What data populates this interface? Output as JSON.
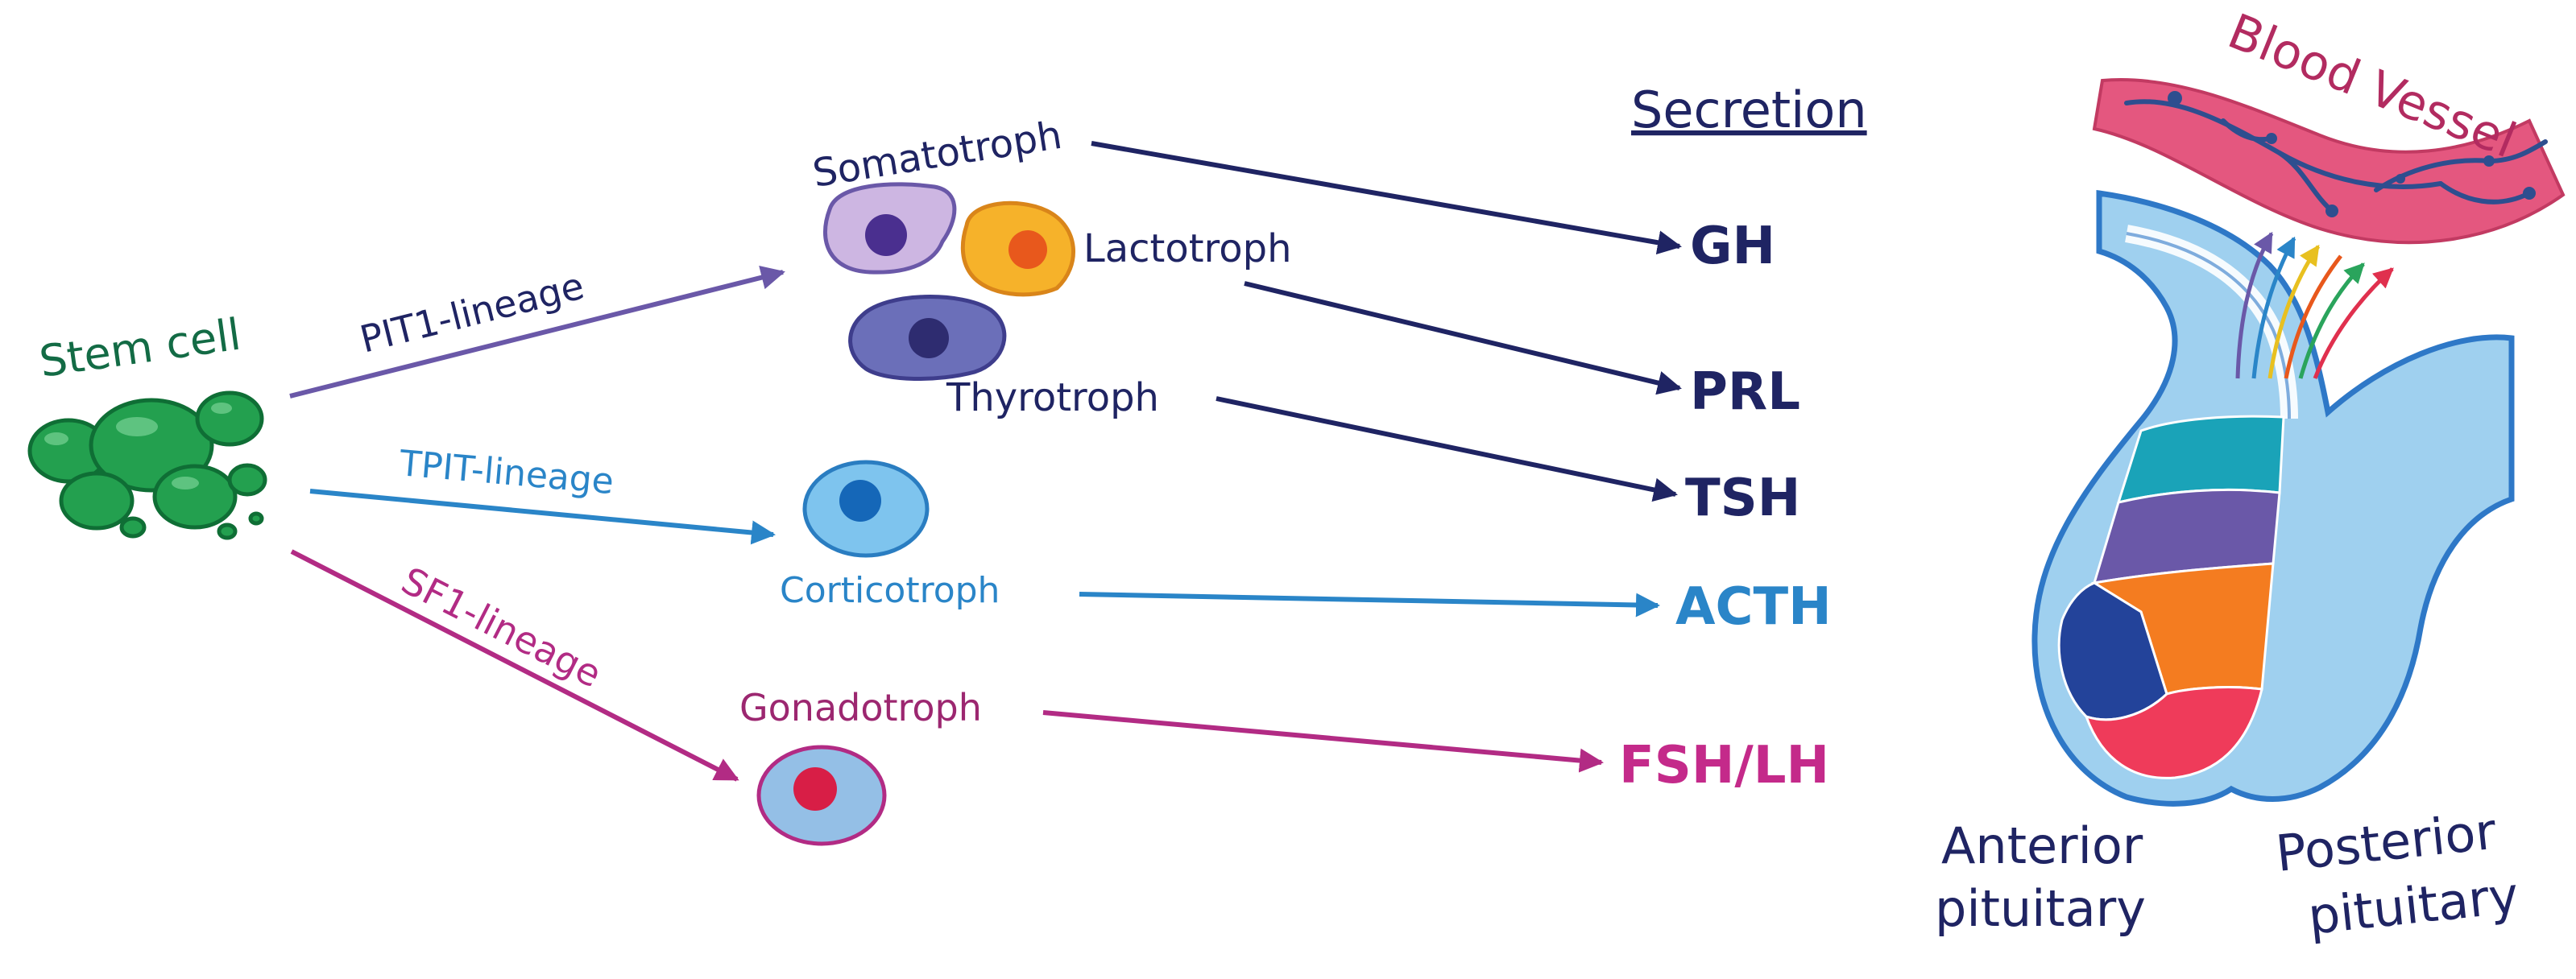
{
  "labels": {
    "stem_cell": "Stem cell",
    "secretion_header": "Secretion",
    "blood_vessel": "Blood Vessel",
    "anterior": [
      "Anterior",
      "pituitary"
    ],
    "posterior": [
      "Posterior",
      "pituitary"
    ]
  },
  "lineages": [
    {
      "label": "PIT1-lineage",
      "color": "#6a58a8"
    },
    {
      "label": "TPIT-lineage",
      "color": "#2a85c8"
    },
    {
      "label": "SF1-lineage",
      "color": "#b22b84"
    }
  ],
  "cells": [
    {
      "label": "Somatotroph",
      "color": "#1f2463"
    },
    {
      "label": "Lactotroph",
      "color": "#1f2463"
    },
    {
      "label": "Thyrotroph",
      "color": "#1f2463"
    },
    {
      "label": "Corticotroph",
      "color": "#2a85c8"
    },
    {
      "label": "Gonadotroph",
      "color": "#9c2770"
    }
  ],
  "hormones": [
    {
      "label": "GH",
      "color": "#1f2463"
    },
    {
      "label": "PRL",
      "color": "#1f2463"
    },
    {
      "label": "TSH",
      "color": "#1f2463"
    },
    {
      "label": "ACTH",
      "color": "#2a85c8"
    },
    {
      "label": "FSH/LH",
      "color": "#c42a8a"
    }
  ],
  "colors": {
    "stem": "#1f8a45",
    "stem_label": "#136b45",
    "navy": "#1f2463",
    "blue": "#2a85c8",
    "magenta": "#b22b84",
    "purple": "#6a58a8",
    "vessel": "#e4577f",
    "gland_light": "#9fd0ef"
  }
}
